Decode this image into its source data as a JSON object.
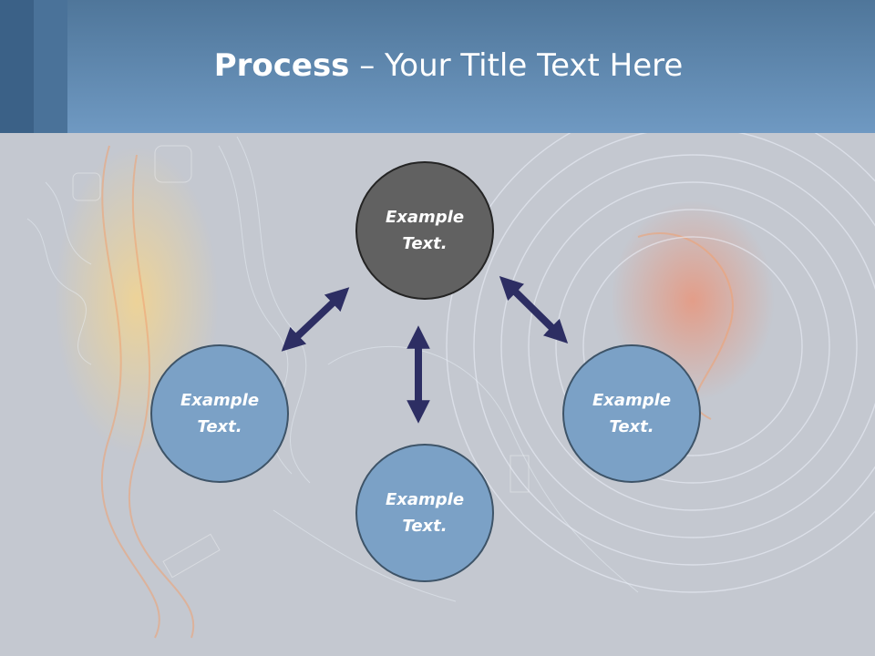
{
  "slide": {
    "title_bold": "Process",
    "title_rest": " – Your Title Text Here"
  },
  "diagram": {
    "center": {
      "text": "Example Text."
    },
    "left": {
      "text": "Example Text."
    },
    "bottom": {
      "text": "Example Text."
    },
    "right": {
      "text": "Example Text."
    }
  },
  "colors": {
    "header": "#6f99c2",
    "center_node": "#616161",
    "side_node": "#7ba1c6",
    "arrow": "#2d2e63",
    "background": "#c2c6cf"
  }
}
